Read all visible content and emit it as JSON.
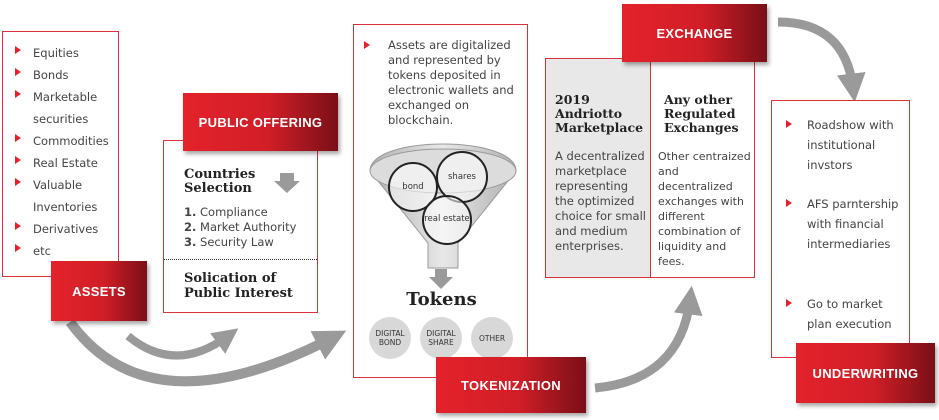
{
  "assets": {
    "label": "ASSETS",
    "items": [
      "Equities",
      "Bonds",
      "Marketable",
      "securities",
      "Commodities",
      "Real Estate",
      "Valuable",
      "Inventories",
      "Derivatives",
      "etc"
    ]
  },
  "public_offering": {
    "label": "PUBLIC OFFERING",
    "countries_title": "Countries Selection",
    "steps": [
      {
        "num": "1.",
        "text": "Compliance"
      },
      {
        "num": "2.",
        "text": "Market Authority"
      },
      {
        "num": "3.",
        "text": "Security Law"
      }
    ],
    "solicitation_title": "Solication of Public Interest"
  },
  "tokenization": {
    "label": "TOKENIZATION",
    "description": "Assets are digitalized and represented by tokens deposited in electronic wallets and exchanged on blockchain.",
    "funnel_items": [
      "bond",
      "shares",
      "real estate"
    ],
    "tokens_title": "Tokens",
    "tokens": [
      "DIGITAL BOND",
      "DIGITAL SHARE",
      "OTHER"
    ]
  },
  "exchange": {
    "label": "EXCHANGE",
    "left_title": "2019 Andriotto Marketplace",
    "left_text": "A decentralized marketplace representing the optimized choice for small and medium enterprises.",
    "right_title": "Any other Regulated Exchanges",
    "right_text": "Other centraized and decentralized exchanges with different combination of liquidity and fees."
  },
  "underwriting": {
    "label": "UNDERWRITING",
    "items": [
      "Roadshow with institutional invstors",
      "AFS parntership with financial intermediaries",
      "Go to market plan execution"
    ]
  },
  "colors": {
    "accent": "#e4222b",
    "accent_dark": "#7a0f17",
    "arrow": "#9a9a9a",
    "panel": "#e8e8e8"
  }
}
